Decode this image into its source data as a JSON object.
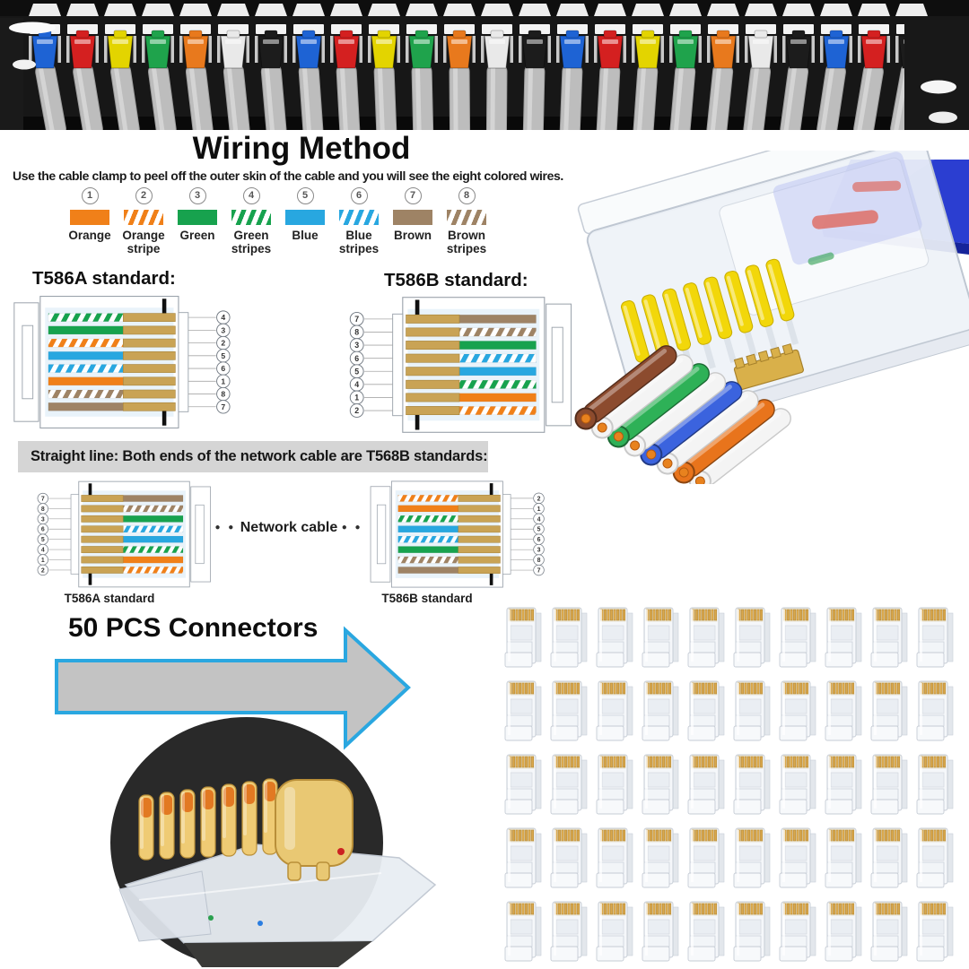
{
  "header": {
    "title": "Wiring Method",
    "subtitle": "Use the cable clamp to peel off the outer skin of the cable and you will see the eight colored wires."
  },
  "wire_colors": {
    "orange": "#F08019",
    "green": "#17A24E",
    "blue": "#28A7E0",
    "brown": "#9E8365",
    "pin_gold": "#C9A355",
    "pin_gold_edge": "#A8863E"
  },
  "legend": {
    "items": [
      {
        "num": "1",
        "label": "Orange",
        "color": "orange",
        "striped": false
      },
      {
        "num": "2",
        "label": "Orange stripe",
        "color": "orange",
        "striped": true
      },
      {
        "num": "3",
        "label": "Green",
        "color": "green",
        "striped": false
      },
      {
        "num": "4",
        "label": "Green stripes",
        "color": "green",
        "striped": true
      },
      {
        "num": "5",
        "label": "Blue",
        "color": "blue",
        "striped": false
      },
      {
        "num": "6",
        "label": "Blue stripes",
        "color": "blue",
        "striped": true
      },
      {
        "num": "7",
        "label": "Brown",
        "color": "brown",
        "striped": false
      },
      {
        "num": "8",
        "label": "Brown stripes",
        "color": "brown",
        "striped": true
      }
    ]
  },
  "standards": {
    "a": "T586A standard:",
    "b": "T586B standard:"
  },
  "diagrams": {
    "top_a": {
      "orientation": "pins-right",
      "wires": [
        "green-s",
        "green",
        "orange-s",
        "blue",
        "blue-s",
        "orange",
        "brown-s",
        "brown"
      ],
      "labels": [
        "4",
        "3",
        "2",
        "5",
        "6",
        "1",
        "8",
        "7"
      ]
    },
    "top_b": {
      "orientation": "pins-left",
      "wires": [
        "brown",
        "brown-s",
        "green",
        "blue-s",
        "blue",
        "green-s",
        "orange",
        "orange-s"
      ],
      "labels": [
        "7",
        "8",
        "3",
        "6",
        "5",
        "4",
        "1",
        "2"
      ]
    },
    "bottom_left": {
      "orientation": "pins-left",
      "wires": [
        "brown",
        "brown-s",
        "green",
        "blue-s",
        "blue",
        "green-s",
        "orange",
        "orange-s"
      ],
      "labels": [
        "7",
        "8",
        "3",
        "6",
        "5",
        "4",
        "1",
        "2"
      ],
      "caption": "T586A standard"
    },
    "bottom_right": {
      "orientation": "pins-right",
      "wires": [
        "orange-s",
        "orange",
        "green-s",
        "blue",
        "blue-s",
        "green",
        "brown-s",
        "brown"
      ],
      "labels": [
        "2",
        "1",
        "4",
        "5",
        "6",
        "3",
        "8",
        "7"
      ],
      "caption": "T586B standard"
    }
  },
  "banner": {
    "text": "Straight line: Both ends of the network cable are T568B standards:",
    "bg": "#d5d5d5"
  },
  "network": {
    "text": "Network cable",
    "dots": "● ●"
  },
  "pcs": {
    "heading": "50 PCS Connectors"
  },
  "arrow": {
    "fill": "#c3c3c3",
    "stroke": "#2AA7E0"
  },
  "panel": {
    "boot_sequence": [
      "blue",
      "red",
      "yellow",
      "green",
      "orange",
      "white",
      "black",
      "blue",
      "red",
      "yellow",
      "green",
      "orange",
      "white",
      "black",
      "blue",
      "red",
      "yellow",
      "green",
      "orange",
      "white",
      "black",
      "blue",
      "red",
      "black"
    ],
    "boot_colors": {
      "blue": "#1E63D4",
      "red": "#D42020",
      "yellow": "#E3D400",
      "green": "#1FA34C",
      "orange": "#E8791D",
      "white": "#E9E9E9",
      "black": "#1C1C1C"
    },
    "cable_color": "#BDBDBD",
    "panel_color": "#0E0E0E"
  },
  "big_render": {
    "cable_color": "#2B3ED1",
    "pin_yellow": "#F2D70A",
    "wire_order": [
      "brown",
      "white",
      "green",
      "white",
      "blue",
      "white",
      "orange",
      "white"
    ],
    "wire_palette": {
      "brown": "#8C4B2E",
      "white": "#F4F4F4",
      "green": "#2EB157",
      "blue": "#3B63DE",
      "orange": "#E8741C"
    },
    "copper": "#E8821E"
  },
  "closeup": {
    "bg": "#292929",
    "gold": "#EFCB74",
    "gold_edge": "#B98F39",
    "accent": "#E0701A",
    "plate": "#E9C873"
  },
  "grid": {
    "rows": 5,
    "cols": 10,
    "total": 50,
    "pin_gold": "#DAA84C"
  }
}
